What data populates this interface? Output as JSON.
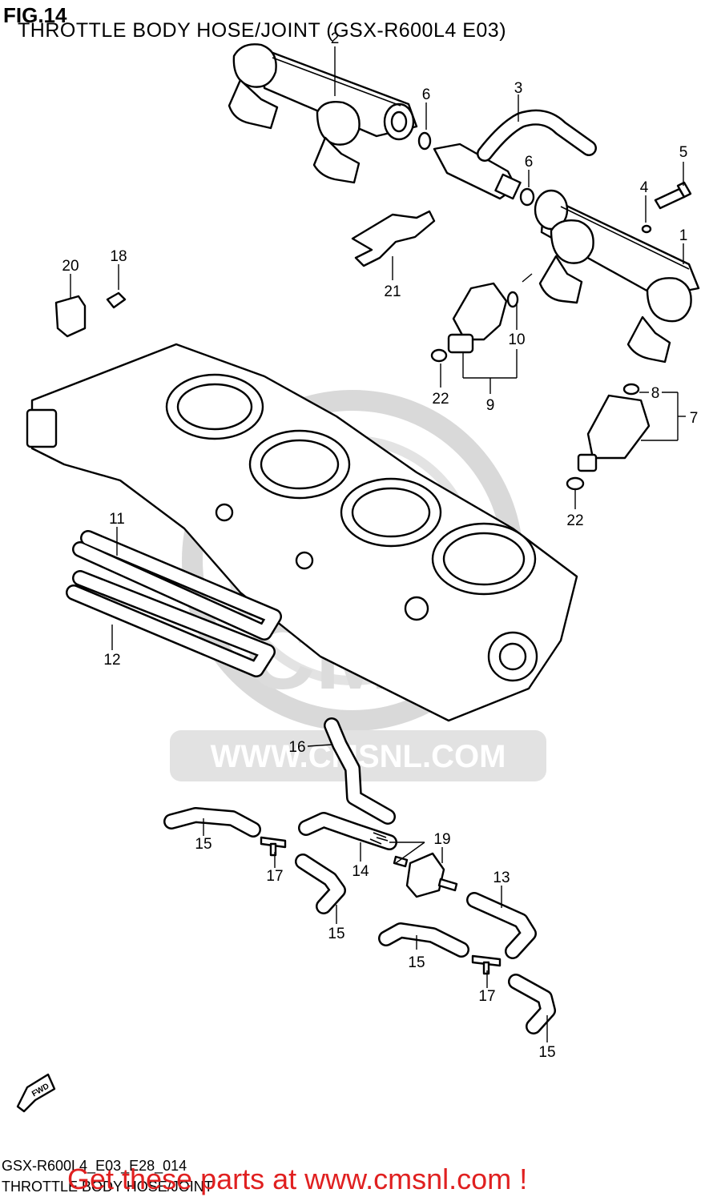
{
  "header": {
    "figure": "FIG.14",
    "title": "THROTTLE BODY HOSE/JOINT (GSX-R600L4 E03)"
  },
  "watermark": {
    "brand": "CMS",
    "url": "WWW.CMSNL.COM"
  },
  "fwd_label": "FWD",
  "callouts": {
    "c1": "1",
    "c2": "2",
    "c3": "3",
    "c4": "4",
    "c5": "5",
    "c6a": "6",
    "c6b": "6",
    "c7": "7",
    "c8": "8",
    "c9": "9",
    "c10": "10",
    "c11": "11",
    "c12": "12",
    "c13": "13",
    "c14": "14",
    "c15a": "15",
    "c15b": "15",
    "c15c": "15",
    "c15d": "15",
    "c16": "16",
    "c17a": "17",
    "c17b": "17",
    "c18": "18",
    "c19": "19",
    "c20": "20",
    "c21": "21",
    "c22a": "22",
    "c22b": "22"
  },
  "footer": {
    "code": "GSX-R600L4_E03_E28_014",
    "caption": "THROTTLE BODY HOSE/JOINT",
    "promo": "Get these parts at www.cmsnl.com !"
  },
  "colors": {
    "line": "#000000",
    "watermark": "#d6d6d6",
    "promo": "#e02020"
  }
}
